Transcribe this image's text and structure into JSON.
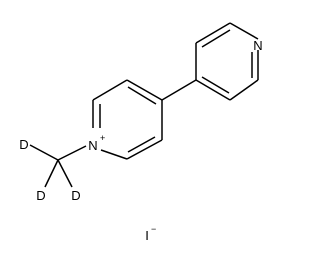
{
  "structure": {
    "atoms": {
      "pyridine_n": "N",
      "pyridinium_n": "N",
      "pyridinium_charge": "+",
      "deuterium_1": "D",
      "deuterium_2": "D",
      "deuterium_3": "D",
      "counterion": "I",
      "counterion_charge": "−"
    }
  },
  "colors": {
    "ink": "#000000",
    "background": "#ffffff"
  }
}
